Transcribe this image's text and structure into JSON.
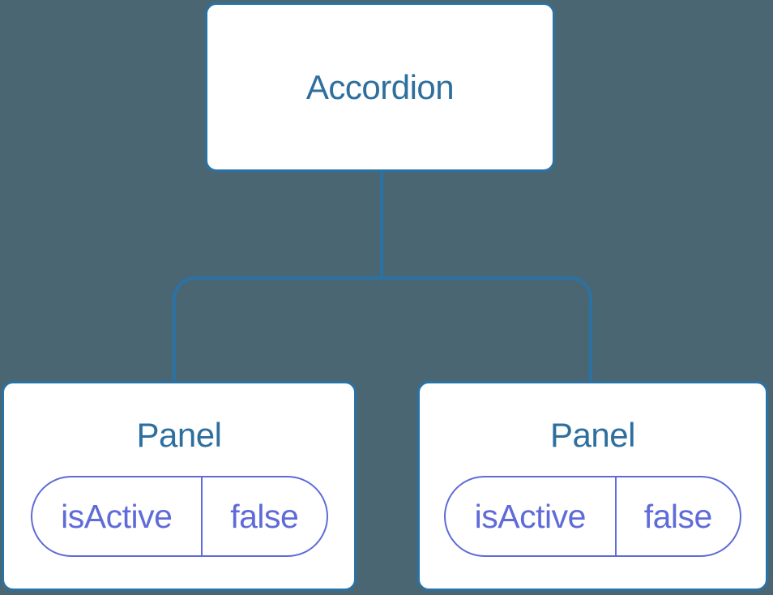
{
  "colors": {
    "bg": "#4b6673",
    "blue": "#2e6f9e",
    "line": "#2b72a4",
    "purple": "#5f6bd8",
    "node-bg": "#ffffff"
  },
  "diagram": {
    "type": "component-tree",
    "root": {
      "label": "Accordion"
    },
    "children": [
      {
        "label": "Panel",
        "props": [
          {
            "name": "isActive",
            "value": "false"
          }
        ]
      },
      {
        "label": "Panel",
        "props": [
          {
            "name": "isActive",
            "value": "false"
          }
        ]
      }
    ]
  }
}
